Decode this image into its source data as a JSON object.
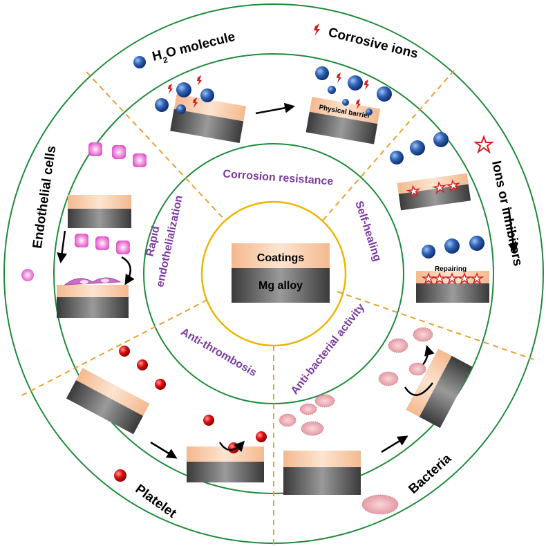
{
  "center": {
    "top_layer": "Coatings",
    "bottom_layer": "Mg alloy"
  },
  "functions": {
    "corrosion": "Corrosion resistance",
    "self_healing": "Self-healing",
    "antibacterial": "Anti-bacterial activity",
    "antithrombosis": "Anti-thrombosis",
    "endo_line1": "Rapid",
    "endo_line2": "endothelialization"
  },
  "outer_labels": {
    "h2o_prefix": "H",
    "h2o_sub": "2",
    "h2o_suffix": "O molecule",
    "corrosive_ions": "Corrosive ions",
    "ions_inhibitors": "Ions or inhibitors",
    "bacteria": "Bacteria",
    "platelet": "Platelet",
    "endothelial_cells": "Endothelial cells"
  },
  "inner_labels": {
    "physical_barrier": "Physical barrier",
    "repairing": "Repairing"
  },
  "colors": {
    "ring": "#1e8a3a",
    "divider": "#e8a030",
    "center_ring": "#f0b400",
    "coating": "#f6c9a6",
    "alloy": "#555555",
    "function_text": "#7b3aa0",
    "water": "#2c5aa8",
    "ion": "#d81f1f",
    "platelet": "#d40f0f",
    "bacteria": "#e8a0a8",
    "endothelial": "#e055c8"
  }
}
